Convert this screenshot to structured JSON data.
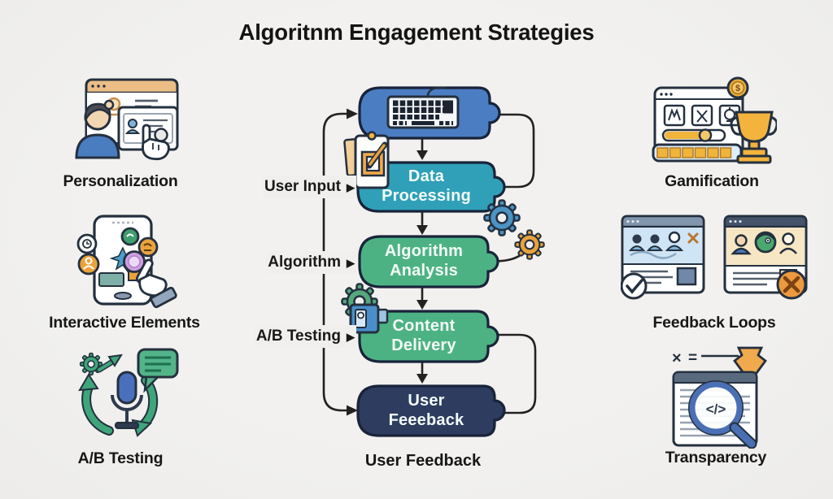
{
  "title": "Algoritnm Engagement Strategies",
  "colors": {
    "background": "#f0efed",
    "node_border": "#19233a",
    "input_node": "#4b7dc3",
    "processing_node": "#2fa0b8",
    "analysis_node": "#4db283",
    "delivery_node": "#4db283",
    "feedback_node": "#2d3c5f",
    "connector": "#222222"
  },
  "flow": {
    "nodes": [
      {
        "id": "input-device",
        "label": "",
        "icon": "keyboard-icon"
      },
      {
        "id": "data-processing",
        "label": "Data Processing",
        "icon": "clipboard-icon"
      },
      {
        "id": "algorithm-analysis",
        "label": "Algorithm Analysis",
        "icon": "gears-icon"
      },
      {
        "id": "content-delivery",
        "label": "Content Delivery",
        "icon": "gear-camera-icon"
      },
      {
        "id": "user-feedback",
        "label": "User Feeeback"
      }
    ],
    "side_labels": [
      {
        "text": "User Input",
        "arrow": "▶"
      },
      {
        "text": "Algorithm",
        "arrow": "▶"
      },
      {
        "text": "A/B Testing",
        "arrow": "▶"
      }
    ],
    "caption": "User Feedback"
  },
  "left_features": [
    {
      "label": "Personalization",
      "icon": "personalization-icon"
    },
    {
      "label": "Interactive Elements",
      "icon": "interactive-elements-icon"
    },
    {
      "label": "A/B Testing",
      "icon": "ab-testing-icon"
    }
  ],
  "right_features": [
    {
      "label": "Gamification",
      "icon": "gamification-icon"
    },
    {
      "label": "Feedback Loops",
      "icon": "feedback-loops-icon"
    },
    {
      "label": "Transparency",
      "icon": "transparency-icon"
    }
  ],
  "icons": {
    "medal_glyph": "$",
    "code_glyph": "</>",
    "multiply_glyph": "×",
    "equals_glyph": "="
  }
}
